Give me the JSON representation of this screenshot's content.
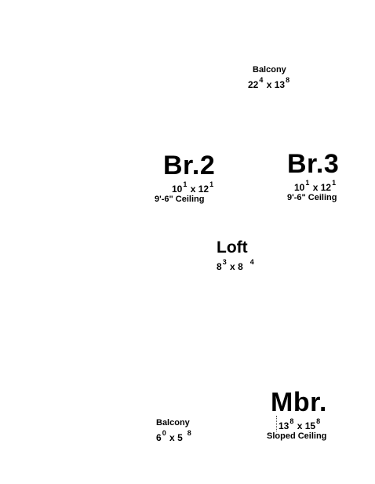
{
  "rooms": {
    "balcony_top": {
      "name": "Balcony",
      "w_ft": "22",
      "w_in": "4",
      "h_ft": "13",
      "h_in": "8"
    },
    "br2": {
      "name": "Br.2",
      "w_ft": "10",
      "w_in": "1",
      "h_ft": "12",
      "h_in": "1",
      "note": "9'-6\" Ceiling"
    },
    "br3": {
      "name": "Br.3",
      "w_ft": "10",
      "w_in": "1",
      "h_ft": "12",
      "h_in": "1",
      "note": "9'-6\" Ceiling"
    },
    "loft": {
      "name": "Loft",
      "w_ft": "8",
      "w_in": "3",
      "h_ft": "8",
      "h_in": "4"
    },
    "mbr": {
      "name": "Mbr.",
      "w_ft": "13",
      "w_in": "8",
      "h_ft": "15",
      "h_in": "8",
      "note": "Sloped Ceiling"
    },
    "balcony_bottom": {
      "name": "Balcony",
      "w_ft": "6",
      "w_in": "0",
      "h_ft": "5",
      "h_in": "8"
    }
  },
  "separator": "x"
}
